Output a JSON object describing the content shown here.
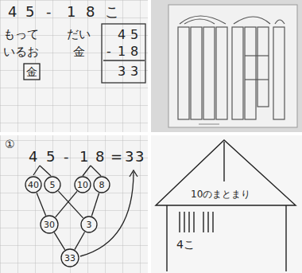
{
  "diagram": {
    "nodes": [
      {
        "text": [
          "金"
        ]
      },
      {
        "text": [
          "40"
        ]
      },
      {
        "text": [
          "5"
        ]
      },
      {
        "text": [
          "10"
        ]
      },
      {
        "text": [
          "8"
        ]
      },
      {
        "text": [
          "30"
        ]
      },
      {
        "text": [
          "3"
        ]
      },
      {
        "text": [
          "33"
        ]
      }
    ],
    "edges": [
      {
        "from": 1,
        "to": 5,
        "arrow": "none"
      },
      {
        "from": 3,
        "to": 5,
        "arrow": "none"
      },
      {
        "from": 2,
        "to": 6,
        "arrow": "none"
      },
      {
        "from": 4,
        "to": 6,
        "arrow": "none"
      },
      {
        "from": 5,
        "to": 7,
        "arrow": "none"
      },
      {
        "from": 6,
        "to": 7,
        "arrow": "none"
      }
    ],
    "labels": [
      "4",
      "5",
      "-",
      "1",
      "8",
      "こ",
      "もって",
      "いるお",
      "だい",
      "金",
      "4",
      "5",
      "-",
      "1",
      "8",
      "3",
      "3",
      "①",
      "4",
      "5",
      "-",
      "1",
      "8",
      "=",
      "3",
      "3",
      "10のまとまり",
      "4こ"
    ]
  }
}
